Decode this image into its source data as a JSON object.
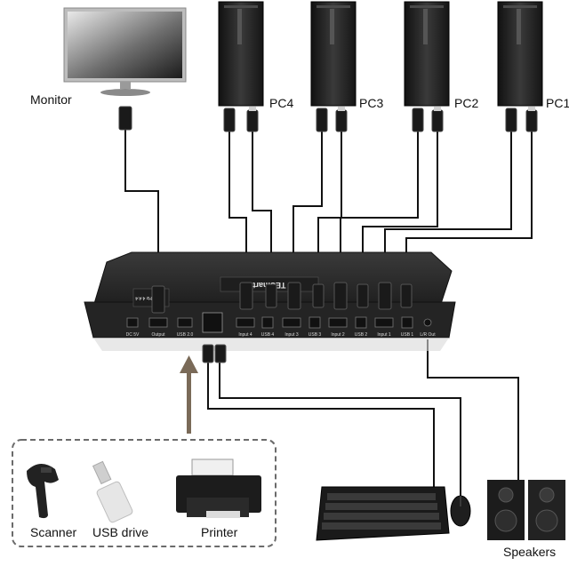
{
  "devices": {
    "monitor_label": "Monitor",
    "pcs": [
      {
        "label": "PC4"
      },
      {
        "label": "PC3"
      },
      {
        "label": "PC2"
      },
      {
        "label": "PC1"
      }
    ],
    "peripherals": [
      {
        "label": "Scanner"
      },
      {
        "label": "USB drive"
      },
      {
        "label": "Printer"
      }
    ],
    "speakers_label": "Speakers"
  },
  "switch": {
    "brand": "TESmart",
    "model_text": "4K 60Hz 4:4:4",
    "ports": [
      "DC 5V",
      "Output",
      "USB 2.0",
      "Input 4",
      "USB 4",
      "Input 3",
      "USB 3",
      "Input 2",
      "USB 2",
      "Input 1",
      "USB 1",
      "L/R Out"
    ]
  },
  "colors": {
    "cable": "#111111",
    "switch_body": "#2b2b2b",
    "arrow": "#7a6a58",
    "dashed_box": "#6b6b6b"
  }
}
